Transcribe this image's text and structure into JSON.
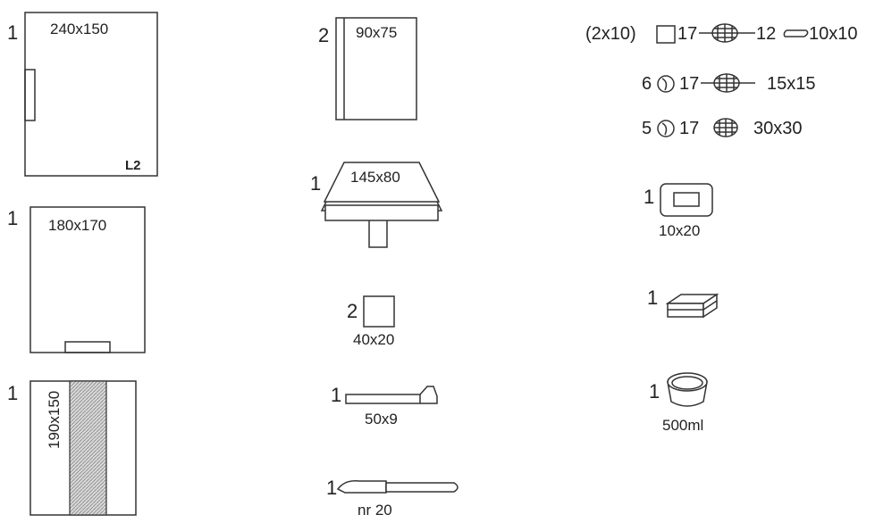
{
  "items": {
    "drape_240x150": {
      "qty": "1",
      "size": "240x150",
      "code": "L2"
    },
    "drape_180x170": {
      "qty": "1",
      "size": "180x170"
    },
    "drape_190x150": {
      "qty": "1",
      "size": "190x150"
    },
    "towel_90x75": {
      "qty": "2",
      "size": "90x75"
    },
    "table_cover_145x80": {
      "qty": "1",
      "size": "145x80"
    },
    "tape_40x20": {
      "qty": "2",
      "size": "40x20"
    },
    "strip_50x9": {
      "qty": "1",
      "size": "50x9"
    },
    "scalpel": {
      "qty": "1",
      "size": "nr 20"
    },
    "gauze_row1": {
      "qty": "(2x10)",
      "n1": "17",
      "n2": "12",
      "size": "10x10"
    },
    "gauze_row2": {
      "qty": "6",
      "n1": "17",
      "size": "15x15"
    },
    "gauze_row3": {
      "qty": "5",
      "n1": "17",
      "size": "30x30"
    },
    "tray_10x20": {
      "qty": "1",
      "size": "10x20"
    },
    "sponge_box": {
      "qty": "1"
    },
    "bowl_500ml": {
      "qty": "1",
      "size": "500ml"
    }
  }
}
